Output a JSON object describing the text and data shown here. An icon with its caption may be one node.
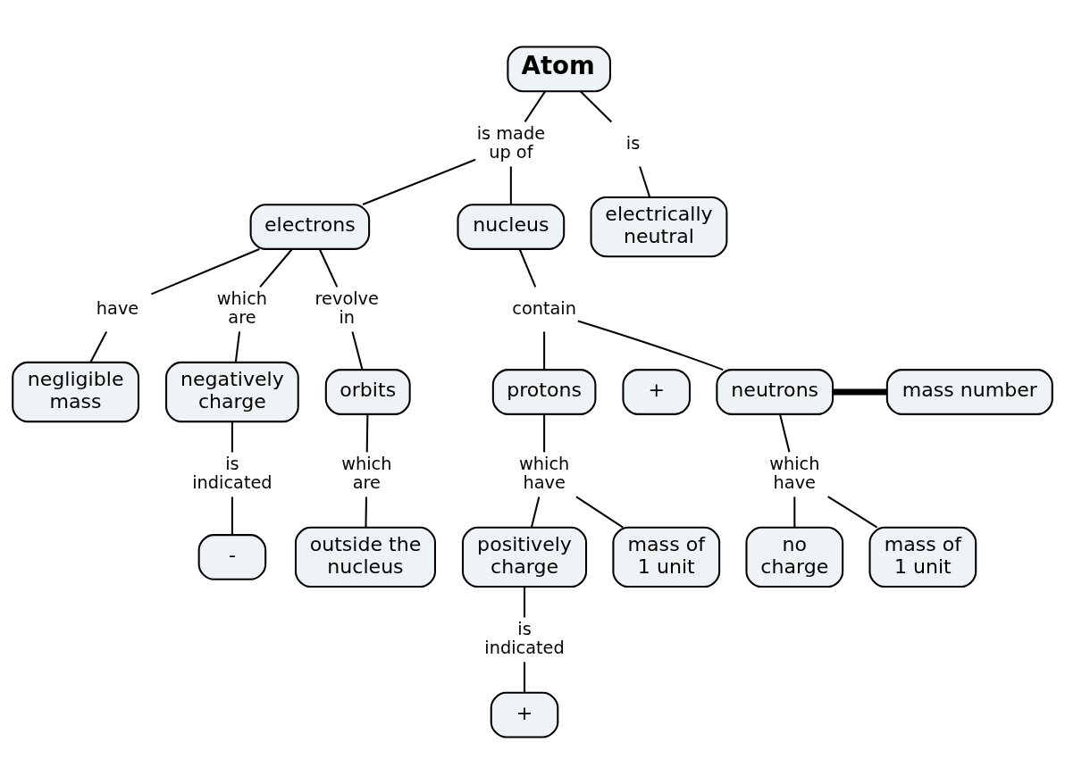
{
  "diagram": {
    "nodes": [
      {
        "text": [
          "Atom"
        ]
      },
      {
        "text": [
          "is made up of"
        ]
      },
      {
        "text": [
          "is"
        ]
      },
      {
        "text": [
          "electrically neutral"
        ]
      },
      {
        "text": [
          "nucleus"
        ]
      },
      {
        "text": [
          "electrons"
        ]
      },
      {
        "text": [
          "contain"
        ]
      },
      {
        "text": [
          "have"
        ]
      },
      {
        "text": [
          "which are"
        ]
      },
      {
        "text": [
          "revolve in"
        ]
      },
      {
        "text": [
          "protons"
        ]
      },
      {
        "text": [
          "+"
        ]
      },
      {
        "text": [
          "neutrons"
        ]
      },
      {
        "text": [
          "mass number"
        ]
      },
      {
        "text": [
          "negligible mass"
        ]
      },
      {
        "text": [
          "negatively charge"
        ]
      },
      {
        "text": [
          "orbits"
        ]
      },
      {
        "text": [
          "which have"
        ]
      },
      {
        "text": [
          "which have"
        ]
      },
      {
        "text": [
          "is indicated"
        ]
      },
      {
        "text": [
          "which are"
        ]
      },
      {
        "text": [
          "positively charge"
        ]
      },
      {
        "text": [
          "mass of 1 unit"
        ]
      },
      {
        "text": [
          "no charge"
        ]
      },
      {
        "text": [
          "mass of 1 unit"
        ]
      },
      {
        "text": [
          "-"
        ]
      },
      {
        "text": [
          "outside the nucleus"
        ]
      },
      {
        "text": [
          "is indicated"
        ]
      },
      {
        "text": [
          "+"
        ]
      }
    ],
    "edges": [
      {
        "from": 0,
        "to": 1,
        "arrow": "none"
      },
      {
        "from": 1,
        "to": 5,
        "arrow": "none"
      },
      {
        "from": 1,
        "to": 4,
        "arrow": "none"
      },
      {
        "from": 0,
        "to": 2,
        "arrow": "none"
      },
      {
        "from": 2,
        "to": 3,
        "arrow": "none"
      },
      {
        "from": 4,
        "to": 6,
        "arrow": "none"
      },
      {
        "from": 6,
        "to": 10,
        "arrow": "none"
      },
      {
        "from": 6,
        "to": 12,
        "arrow": "none"
      },
      {
        "from": 12,
        "to": 13,
        "arrow": "none",
        "style": "thick"
      },
      {
        "from": 5,
        "to": 7,
        "arrow": "none"
      },
      {
        "from": 5,
        "to": 8,
        "arrow": "none"
      },
      {
        "from": 5,
        "to": 9,
        "arrow": "none"
      },
      {
        "from": 7,
        "to": 14,
        "arrow": "none"
      },
      {
        "from": 8,
        "to": 15,
        "arrow": "none"
      },
      {
        "from": 9,
        "to": 16,
        "arrow": "none"
      },
      {
        "from": 10,
        "to": 17,
        "arrow": "none"
      },
      {
        "from": 17,
        "to": 21,
        "arrow": "none"
      },
      {
        "from": 17,
        "to": 22,
        "arrow": "none"
      },
      {
        "from": 12,
        "to": 18,
        "arrow": "none"
      },
      {
        "from": 18,
        "to": 23,
        "arrow": "none"
      },
      {
        "from": 18,
        "to": 24,
        "arrow": "none"
      },
      {
        "from": 15,
        "to": 19,
        "arrow": "none"
      },
      {
        "from": 19,
        "to": 25,
        "arrow": "none"
      },
      {
        "from": 16,
        "to": 20,
        "arrow": "none"
      },
      {
        "from": 20,
        "to": 26,
        "arrow": "none"
      },
      {
        "from": 21,
        "to": 27,
        "arrow": "none"
      },
      {
        "from": 27,
        "to": 28,
        "arrow": "none"
      }
    ]
  }
}
